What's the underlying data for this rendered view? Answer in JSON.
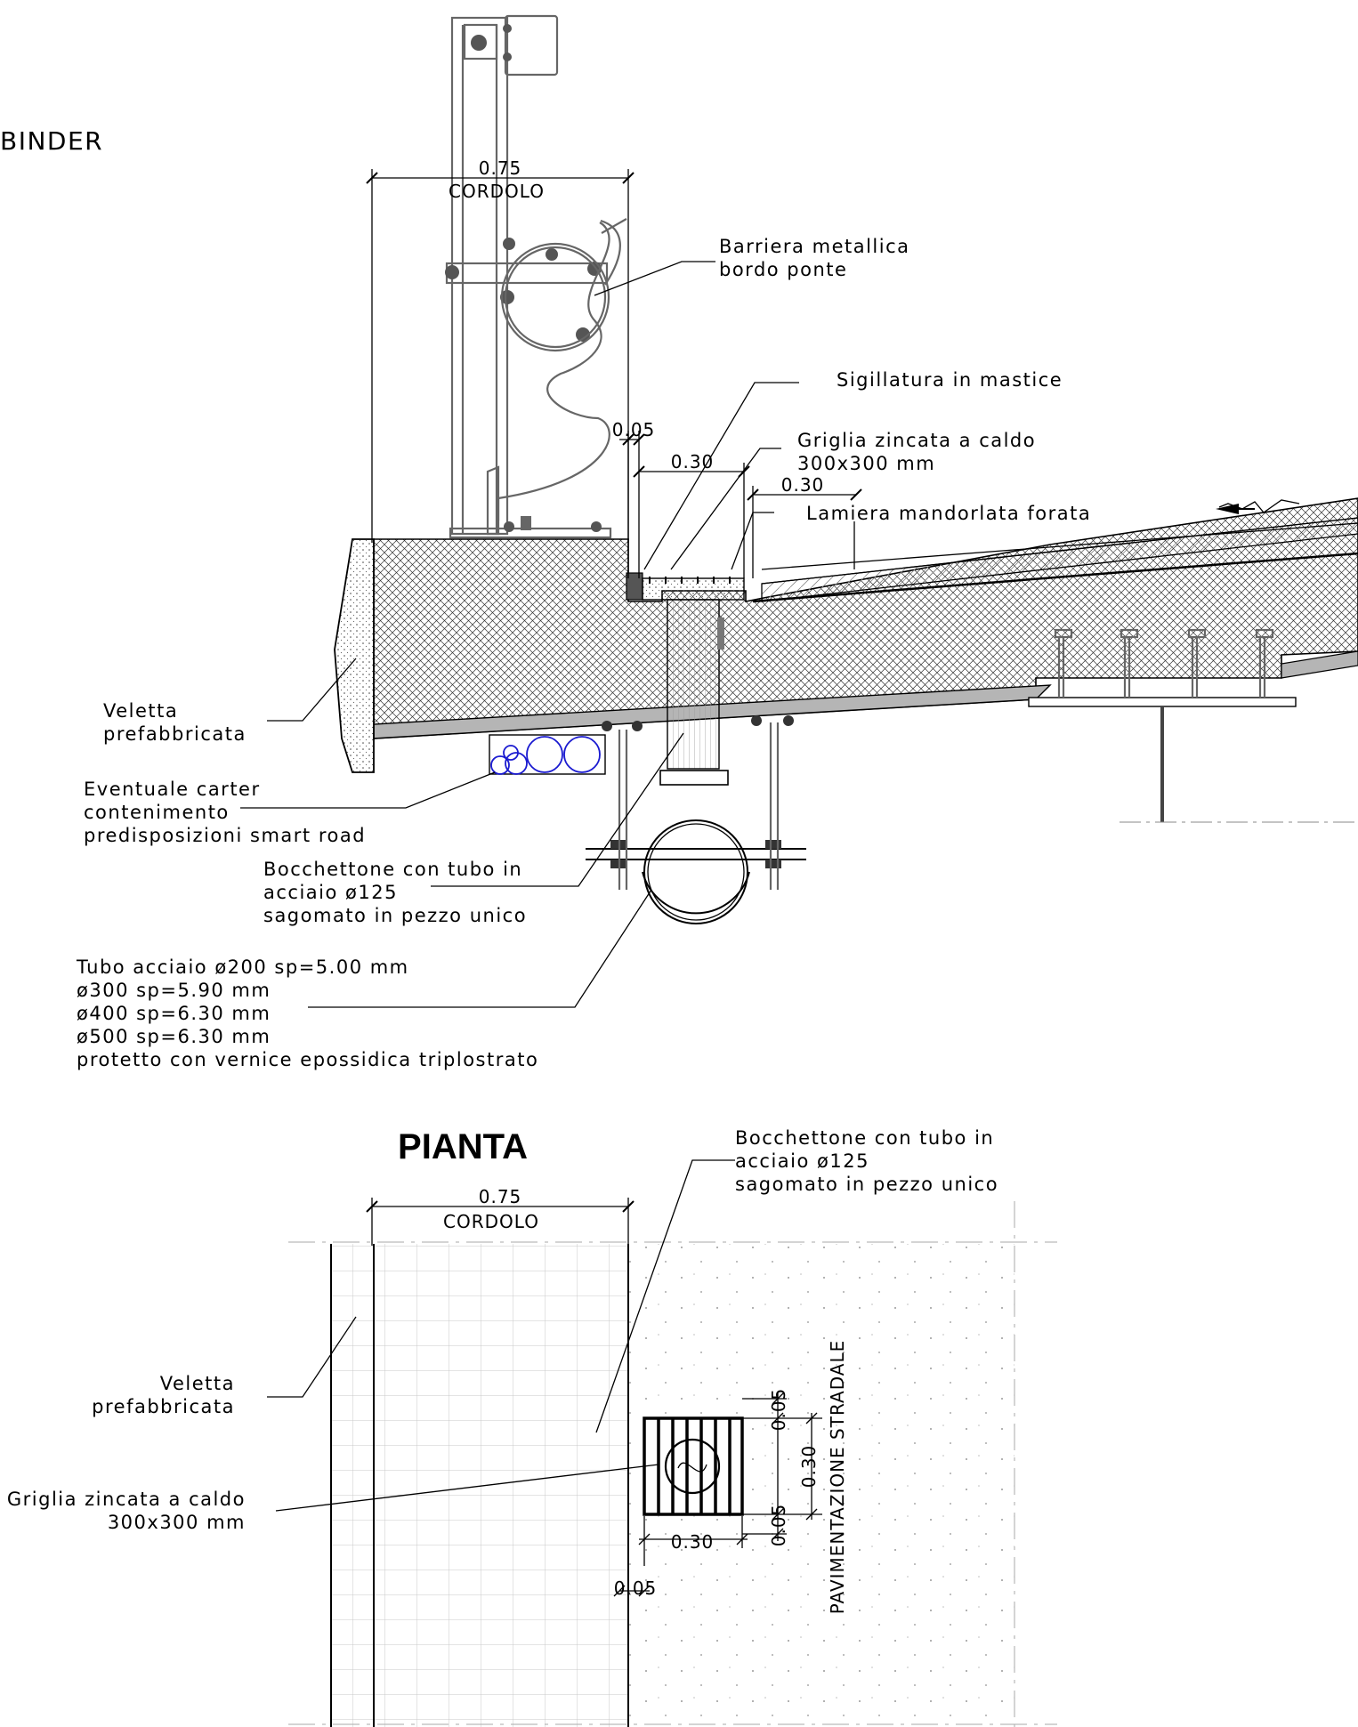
{
  "section": {
    "binder_label": "BINDER",
    "dim_cordolo": "0.75",
    "cordolo_label": "CORDOLO",
    "dim_005": "0.05",
    "dim_030_a": "0.30",
    "dim_030_b": "0.30",
    "barriera": [
      "Barriera  metallica",
      "bordo  ponte"
    ],
    "sigillatura": "Sigillatura  in  mastice",
    "griglia": [
      "Griglia  zincata  a  caldo",
      "300x300  mm"
    ],
    "lamiera": "Lamiera  mandorlata  forata",
    "veletta": [
      "Veletta",
      "prefabbricata"
    ],
    "carter": [
      "Eventuale  carter",
      "contenimento",
      "predisposizioni  smart  road"
    ],
    "bocchettone": [
      "Bocchettone  con  tubo  in",
      "acciaio  ø125",
      "sagomato  in  pezzo  unico"
    ],
    "tubo": [
      "Tubo  acciaio  ø200  sp=5.00  mm",
      "ø300  sp=5.90  mm",
      "ø400  sp=6.30  mm",
      "ø500  sp=6.30  mm",
      "protetto  con  vernice  epossidica  triplostrato"
    ]
  },
  "plan": {
    "title": "PIANTA",
    "dim_cordolo": "0.75",
    "cordolo_label": "CORDOLO",
    "bocchettone": [
      "Bocchettone  con  tubo  in",
      "acciaio  ø125",
      "sagomato  in  pezzo  unico"
    ],
    "veletta": [
      "Veletta",
      "prefabbricata"
    ],
    "griglia": [
      "Griglia  zincata  a  caldo",
      "300x300  mm"
    ],
    "dim_005_top": "0.05",
    "dim_030_vert": "0.30",
    "dim_005_bot": "0.05",
    "dim_030_horiz": "0.30",
    "dim_005_side": "0.05",
    "pavimentazione": "PAVIMENTAZIONE  STRADALE"
  },
  "colors": {
    "line": "#000000",
    "barrier": "#666666",
    "slab": "#b5b5b5",
    "ducts": "#1a1ad0"
  }
}
